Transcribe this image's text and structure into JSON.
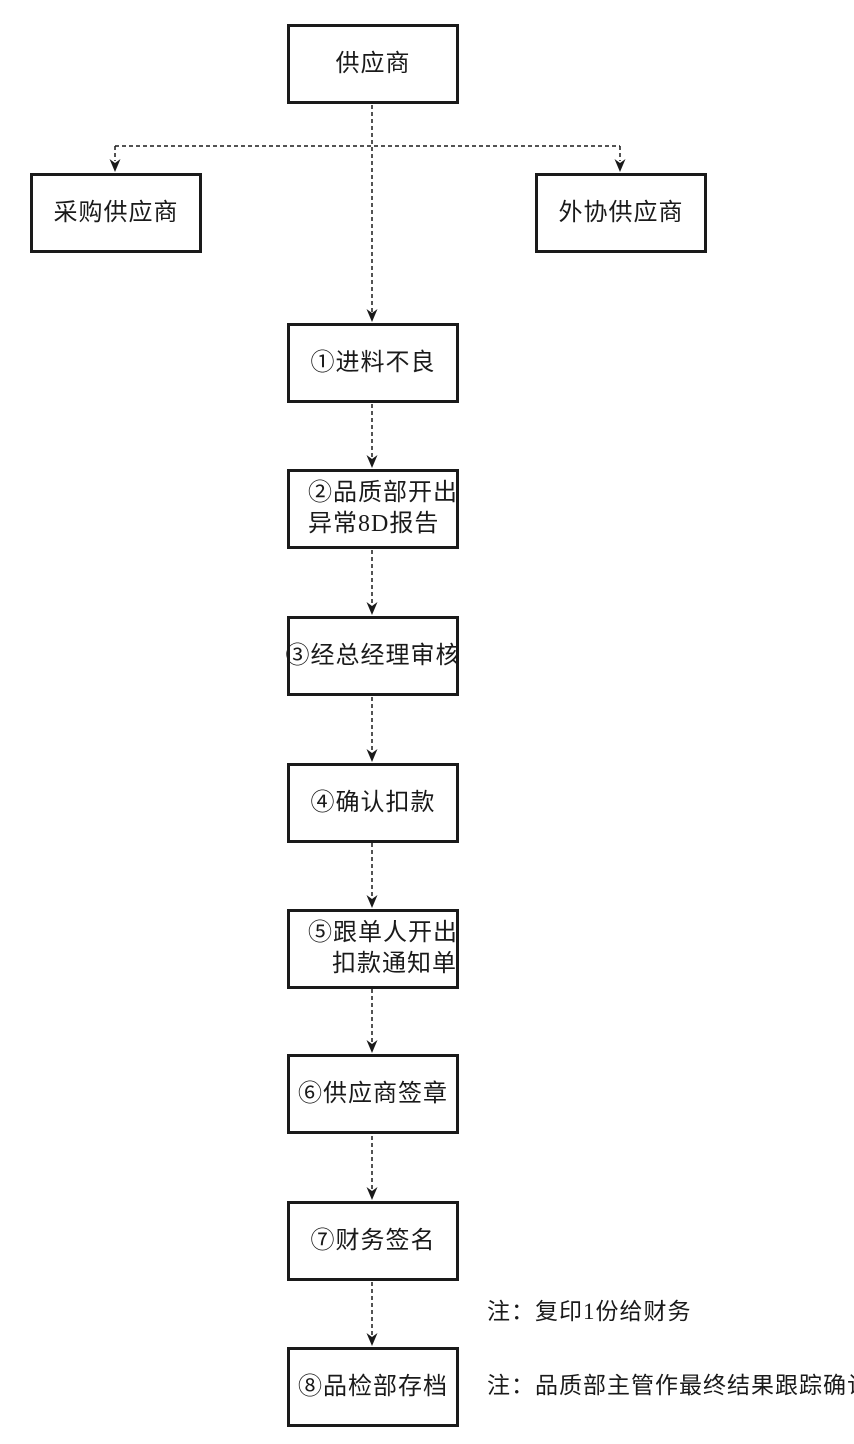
{
  "diagram": {
    "type": "flowchart",
    "nodes": {
      "supplier": {
        "label": "供应商"
      },
      "purchase": {
        "label": "采购供应商"
      },
      "outsource": {
        "label": "外协供应商"
      },
      "step1": {
        "label": "①进料不良"
      },
      "step2": {
        "line1": "②品质部开出",
        "line2": "异常8D报告"
      },
      "step3": {
        "label": "③经总经理审核"
      },
      "step4": {
        "label": "④确认扣款"
      },
      "step5": {
        "line1": "⑤跟单人开出",
        "line2": "扣款通知单"
      },
      "step6": {
        "label": "⑥供应商签章"
      },
      "step7": {
        "label": "⑦财务签名"
      },
      "step8": {
        "label": "⑧品检部存档"
      }
    },
    "edges": [
      {
        "from": "supplier",
        "to": "purchase",
        "style": "dashed-arrow"
      },
      {
        "from": "supplier",
        "to": "outsource",
        "style": "dashed-arrow"
      },
      {
        "from": "supplier",
        "to": "step1",
        "style": "dashed-arrow"
      },
      {
        "from": "step1",
        "to": "step2",
        "style": "dashed-arrow"
      },
      {
        "from": "step2",
        "to": "step3",
        "style": "dashed-arrow"
      },
      {
        "from": "step3",
        "to": "step4",
        "style": "dashed-arrow"
      },
      {
        "from": "step4",
        "to": "step5",
        "style": "dashed-arrow"
      },
      {
        "from": "step5",
        "to": "step6",
        "style": "dashed-arrow"
      },
      {
        "from": "step6",
        "to": "step7",
        "style": "dashed-arrow"
      },
      {
        "from": "step7",
        "to": "step8",
        "style": "dashed-arrow"
      }
    ],
    "notes": {
      "note1": "注：复印1份给财务",
      "note2": "注：品质部主管作最终结果跟踪确认"
    },
    "colors": {
      "line_color": "#1a1a1a",
      "box_border": "#1a1a1a",
      "text_color": "#1a1a1a",
      "bg_color": "#ffffff"
    }
  }
}
